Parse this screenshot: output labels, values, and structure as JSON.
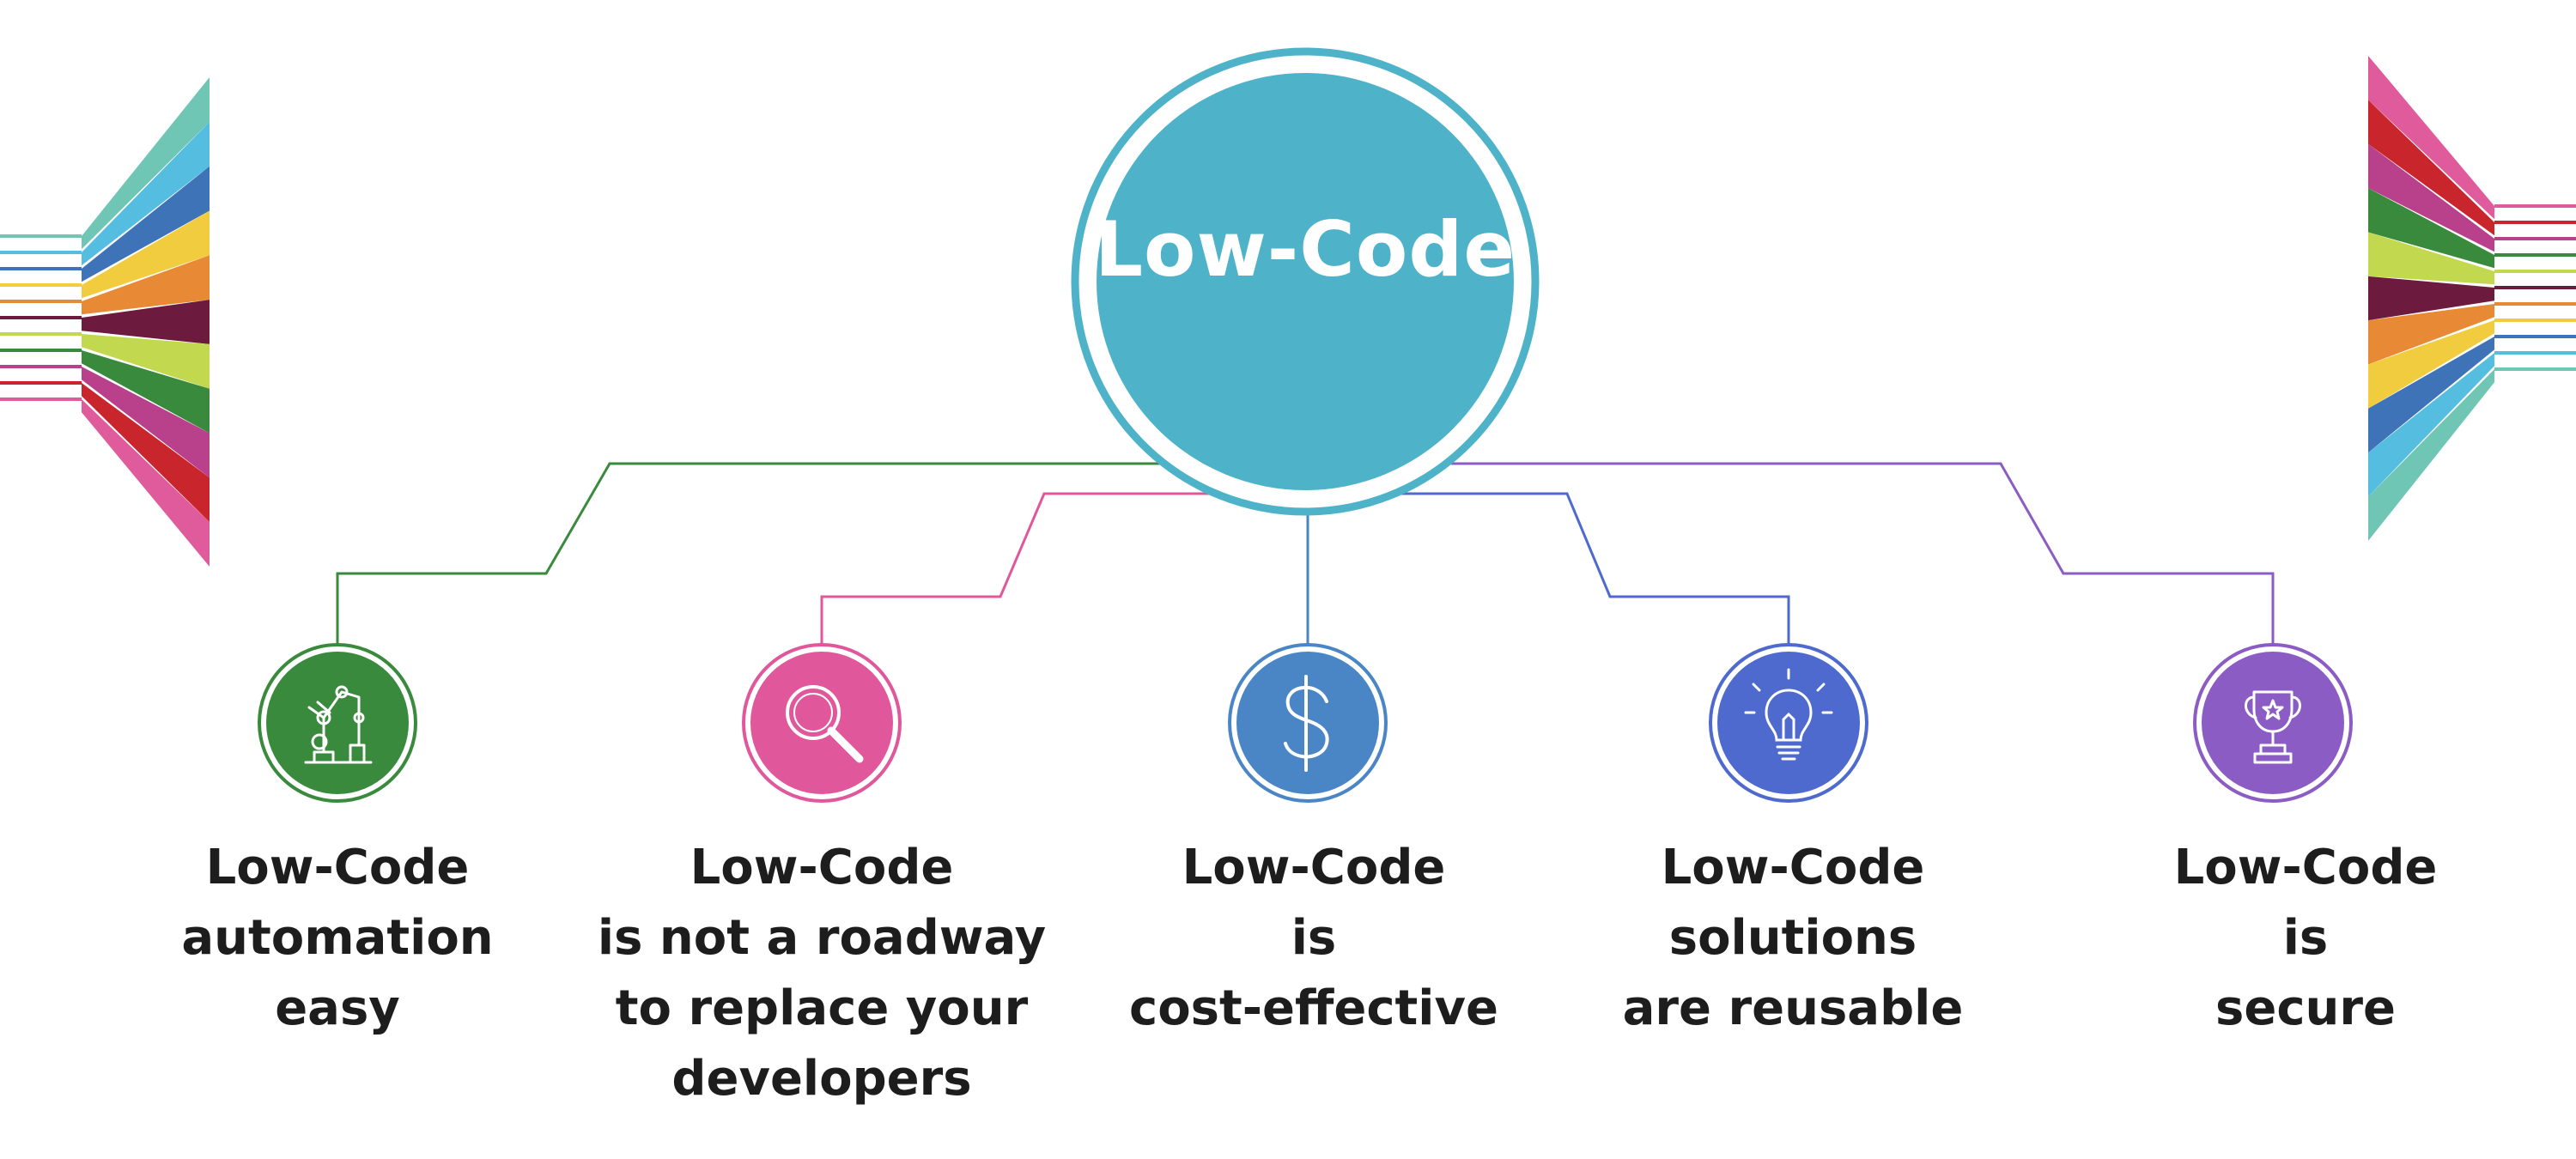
{
  "center": {
    "label": "Low-Code",
    "color": "#4eb3c9"
  },
  "nodes": [
    {
      "id": "automation",
      "color": "#3a8a3e",
      "icon": "robot-arm-icon",
      "lines": [
        "Low-Code",
        "automation",
        "easy"
      ]
    },
    {
      "id": "roadway",
      "color": "#e0579b",
      "icon": "magnifier-icon",
      "lines": [
        "Low-Code",
        "is not a roadway",
        "to replace your",
        "developers"
      ]
    },
    {
      "id": "cost",
      "color": "#4a86c6",
      "icon": "dollar-icon",
      "lines": [
        "Low-Code",
        "is",
        "cost-effective"
      ]
    },
    {
      "id": "reusable",
      "color": "#4e6acf",
      "icon": "lightbulb-icon",
      "lines": [
        "Low-Code",
        "solutions",
        "are reusable"
      ]
    },
    {
      "id": "secure",
      "color": "#8a5cc4",
      "icon": "trophy-icon",
      "lines": [
        "Low-Code",
        "is",
        "secure"
      ]
    }
  ],
  "ribbon_colors": [
    "#6fc6b5",
    "#55bde0",
    "#3f73b8",
    "#f2cc3f",
    "#e88a35",
    "#6c1a3e",
    "#c2d94f",
    "#3a8a3e",
    "#b9408a",
    "#c8262c",
    "#e05b9b"
  ]
}
